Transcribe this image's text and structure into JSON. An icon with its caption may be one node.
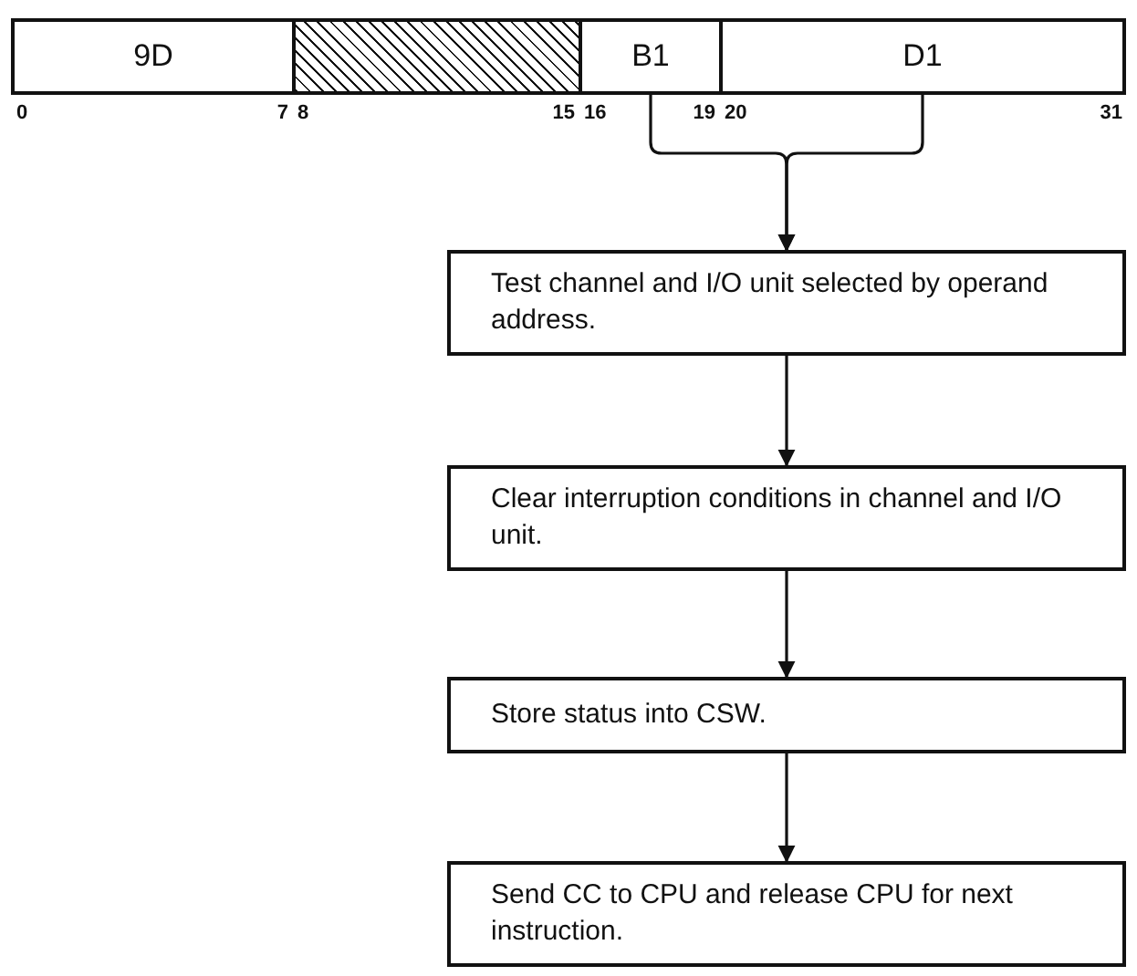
{
  "diagram": {
    "nodes": [
      {
        "text": [
          "9D"
        ]
      },
      {
        "text": [],
        "shape": "box"
      },
      {
        "text": [
          "B1"
        ]
      },
      {
        "text": [
          "D1"
        ]
      },
      {
        "text": [
          "Test channel and I/O unit selected by operand address."
        ]
      },
      {
        "text": [
          "Clear interruption conditions in channel and I/O unit."
        ]
      },
      {
        "text": [
          "Store status into CSW."
        ]
      },
      {
        "text": [
          "Send CC to CPU and release CPU for next instruction."
        ]
      }
    ],
    "edges": [
      {
        "from": 2,
        "to": 4,
        "arrow": "to"
      },
      {
        "from": 3,
        "to": 4,
        "arrow": "to"
      },
      {
        "from": 4,
        "to": 5,
        "arrow": "to"
      },
      {
        "from": 5,
        "to": 6,
        "arrow": "to"
      },
      {
        "from": 6,
        "to": 7,
        "arrow": "to"
      }
    ],
    "labels": [
      "0",
      "7",
      "8",
      "15",
      "16",
      "19",
      "20",
      "31"
    ]
  }
}
